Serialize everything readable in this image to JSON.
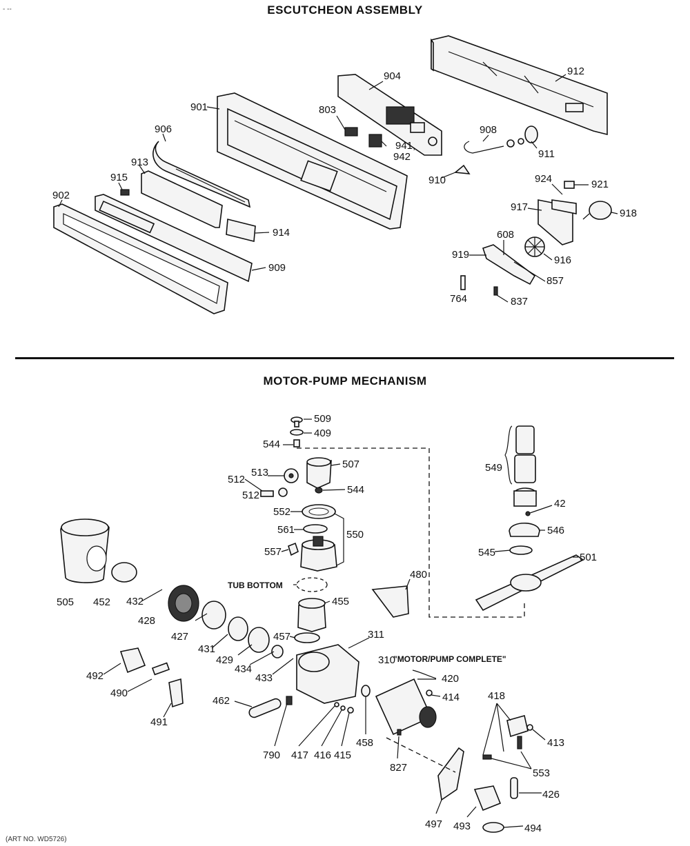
{
  "sections": {
    "escutcheon_title": "ESCUTCHEON ASSEMBLY",
    "motor_pump_title": "MOTOR-PUMP MECHANISM"
  },
  "escutcheon_labels": [
    "904",
    "912",
    "901",
    "803",
    "906",
    "908",
    "941,",
    "942",
    "911",
    "913",
    "915",
    "910",
    "924",
    "921",
    "902",
    "917",
    "918",
    "914",
    "608",
    "909",
    "916",
    "919",
    "857",
    "764",
    "837"
  ],
  "motor_labels": [
    "509",
    "409",
    "544",
    "507",
    "513",
    "512",
    "512",
    "544",
    "549",
    "42",
    "552",
    "550",
    "561",
    "546",
    "557",
    "545",
    "501",
    "480",
    "TUB BOTTOM",
    "455",
    "505",
    "452",
    "432",
    "428",
    "427",
    "457",
    "311",
    "431",
    "429",
    "434",
    "310",
    "\"MOTOR/PUMP COMPLETE\"",
    "433",
    "492",
    "420",
    "490",
    "414",
    "418",
    "462",
    "491",
    "413",
    "790",
    "417",
    "416",
    "415",
    "458",
    "827",
    "553",
    "426",
    "497",
    "493",
    "494"
  ],
  "corner_mark": "- --",
  "footer_text": "(ART NO. WD5726)"
}
